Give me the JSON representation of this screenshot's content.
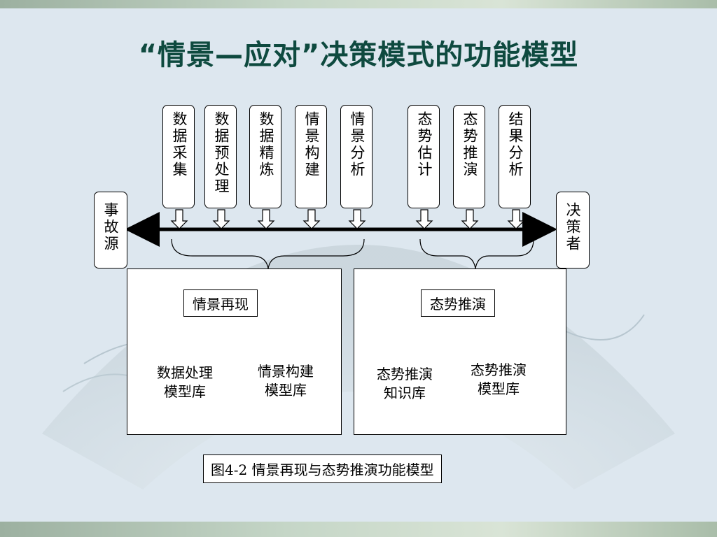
{
  "slide": {
    "title": "“情景—应对”决策模式的功能模型"
  },
  "diagram": {
    "left_endpoint": "事故源",
    "right_endpoint": "决策者",
    "steps": [
      {
        "label": "数据采集"
      },
      {
        "label": "数据预处理"
      },
      {
        "label": "数据精炼"
      },
      {
        "label": "情景构建"
      },
      {
        "label": "情景分析"
      },
      {
        "label": "态势估计"
      },
      {
        "label": "态势推演"
      },
      {
        "label": "结果分析"
      }
    ],
    "left_panel": {
      "title": "情景再现",
      "db1_line1": "数据处理",
      "db1_line2": "模型库",
      "db2_line1": "情景构建",
      "db2_line2": "模型库"
    },
    "right_panel": {
      "title": "态势推演",
      "db1_line1": "态势推演",
      "db1_line2": "知识库",
      "db2_line1": "态势推演",
      "db2_line2": "模型库"
    },
    "caption": "图4-2 情景再现与态势推演功能模型"
  },
  "colors": {
    "title": "#0e4a3f",
    "background": "#dde7ef"
  }
}
